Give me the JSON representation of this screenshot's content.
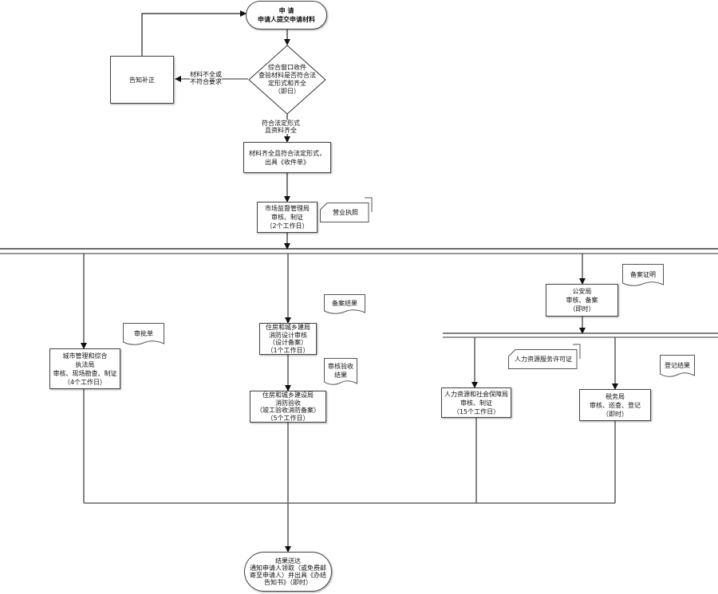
{
  "start": {
    "title": "申 请",
    "text": "申请人提交申请材料"
  },
  "decision": {
    "lines": [
      "综合窗口收件",
      "查验材料是否符合法",
      "定形式和齐全",
      "（即日）"
    ]
  },
  "reject_box": {
    "text": "告知补正"
  },
  "reject_label": {
    "lines": [
      "材料不全或",
      "不符合要求"
    ]
  },
  "accept_label": {
    "lines": [
      "符合法定形式",
      "且资料齐全"
    ]
  },
  "receipt_box": {
    "lines": [
      "材料齐全且符合法定形式，",
      "出具《收件单》"
    ]
  },
  "market_box": {
    "lines": [
      "市场监督管理局",
      "审核、制证",
      "（2个工作日）"
    ]
  },
  "market_doc": {
    "text": "营业执照"
  },
  "urban_box": {
    "lines": [
      "城市管理和综合",
      "执法局",
      "审核、现场勘查、制证",
      "（4个工作日）"
    ]
  },
  "urban_doc": {
    "text": "审批单"
  },
  "housing1_box": {
    "lines": [
      "住房和城乡建局",
      "消防设计审核",
      "（设计备案）",
      "（1个工作日）"
    ]
  },
  "housing1_doc": {
    "text": "备案结果"
  },
  "housing2_box": {
    "lines": [
      "住房和城乡建设局",
      "消防验收",
      "（竣工验收消防备案）",
      "（5个工作日）"
    ]
  },
  "housing2_doc": {
    "lines": [
      "审核验收",
      "结果"
    ]
  },
  "police_box": {
    "lines": [
      "公安局",
      "审核、备案",
      "（即时）"
    ]
  },
  "police_doc": {
    "text": "备案证明"
  },
  "hr_box": {
    "lines": [
      "人力资源和社会保障局",
      "审核、制证",
      "（15个工作日）"
    ]
  },
  "hr_doc": {
    "text": "人力资源服务许可证"
  },
  "tax_box": {
    "lines": [
      "税务局",
      "审核、巡查、登记",
      "（即时）"
    ]
  },
  "tax_doc": {
    "text": "登记结果"
  },
  "end": {
    "lines": [
      "结果送达",
      "通知申请人领取（或免费邮",
      "寄至申请人）并出具《办结",
      "告知书》（即时）"
    ]
  }
}
